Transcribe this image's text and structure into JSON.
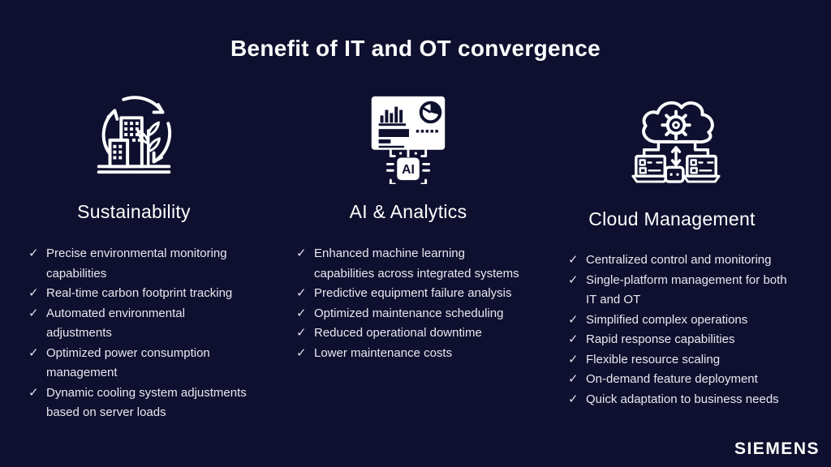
{
  "title": "Benefit of IT and OT convergence",
  "check_icon": "✓",
  "colors": {
    "background": "#0f102f",
    "heading": "#ffffff",
    "body_text": "#e8e8f0"
  },
  "brand": {
    "logo_text": "SIEMENS"
  },
  "columns": [
    {
      "id": "sustainability",
      "icon": "buildings-recycle-plant-icon",
      "heading": "Sustainability",
      "items": [
        "Precise environmental monitoring capabilities",
        "Real-time carbon footprint tracking",
        "Automated environmental adjustments",
        "Optimized power consumption management",
        "Dynamic cooling system adjustments based on server loads"
      ]
    },
    {
      "id": "ai-analytics",
      "icon": "dashboard-ai-chip-icon",
      "heading": "AI & Analytics",
      "items": [
        "Enhanced machine learning capabilities across integrated systems",
        "Predictive equipment failure analysis",
        "Optimized maintenance scheduling",
        "Reduced operational downtime",
        "Lower maintenance costs"
      ]
    },
    {
      "id": "cloud-management",
      "icon": "cloud-gear-devices-icon",
      "heading": "Cloud Management",
      "items": [
        "Centralized control and monitoring",
        "Single-platform management for both IT and OT",
        "Simplified complex operations",
        "Rapid response capabilities",
        "Flexible resource scaling",
        "On-demand feature deployment",
        "Quick adaptation to business needs"
      ]
    }
  ]
}
